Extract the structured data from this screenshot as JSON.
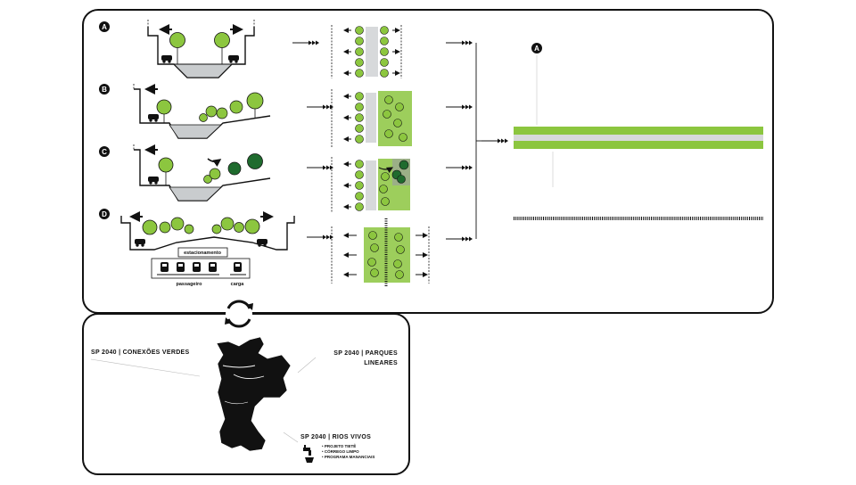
{
  "sections": {
    "a": {
      "letter": "A"
    },
    "b": {
      "letter": "B"
    },
    "c": {
      "letter": "C"
    },
    "d": {
      "letter": "D",
      "parking_label": "estacionamento",
      "passenger_label": "passageiro",
      "cargo_label": "carga"
    }
  },
  "result": {
    "letter": "A"
  },
  "map": {
    "left_label": "SP 2040 | CONEXÕES  VERDES",
    "right_label_line1": "SP 2040 | PARQUES",
    "right_label_line2": "LINEARES",
    "bottom_label": "SP 2040 | RIOS VIVOS",
    "bullets": [
      "• PROJETO TIETÊ",
      "• CÓRREGO LIMPO",
      "• PROGRAMA MANANCIAIS"
    ]
  },
  "colors": {
    "tree_light": "#8cc63f",
    "tree_dark": "#1f6b2e",
    "band": "#8cc63f",
    "water": "#c9ccce",
    "ink": "#111111"
  }
}
